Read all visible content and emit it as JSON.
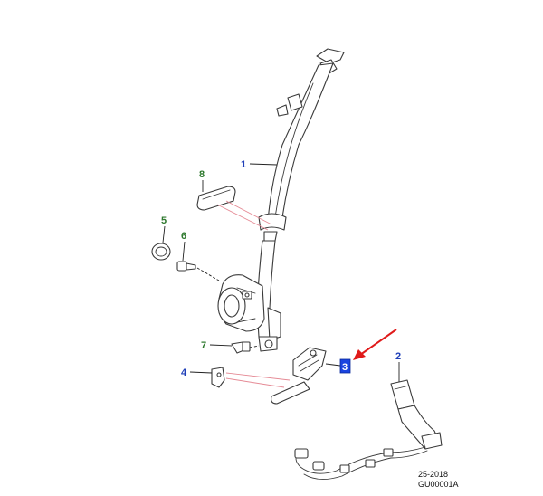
{
  "colors": {
    "blue_callout": "#1f3fb8",
    "green_callout": "#2f7a2f",
    "highlight": "#1a44e0",
    "arrow": "#e01a1a",
    "guide_line": "#e58a95"
  },
  "callouts": {
    "c1": "1",
    "c2": "2",
    "c3": "3",
    "c4": "4",
    "c5": "5",
    "c6": "6",
    "c7": "7",
    "c8": "8"
  },
  "reference": {
    "line1": "25-2018",
    "line2": "GU00001A"
  }
}
